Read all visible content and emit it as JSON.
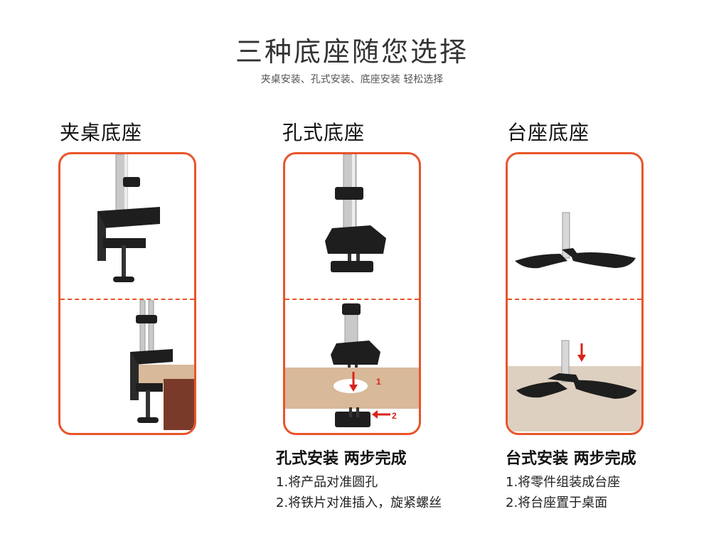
{
  "header": {
    "title": "三种底座随您选择",
    "subtitle": "夹桌安装、孔式安装、底座安装 轻松选择"
  },
  "columns": [
    {
      "title": "夹桌底座",
      "steps_title": "",
      "steps": []
    },
    {
      "title": "孔式底座",
      "steps_title": "孔式安装 两步完成",
      "steps": [
        "1.将产品对准圆孔",
        "2.将铁片对准插入，旋紧螺丝"
      ],
      "callouts": [
        "1",
        "2"
      ]
    },
    {
      "title": "台座底座",
      "steps_title": "台式安装 两步完成",
      "steps": [
        "1.将零件组装成台座",
        "2.将台座置于桌面"
      ]
    }
  ],
  "colors": {
    "accent": "#e8552a",
    "arrow": "#d9241b",
    "metal": "#c9c9c9",
    "mount": "#1e1e1e",
    "desk": "#d8b99a"
  }
}
